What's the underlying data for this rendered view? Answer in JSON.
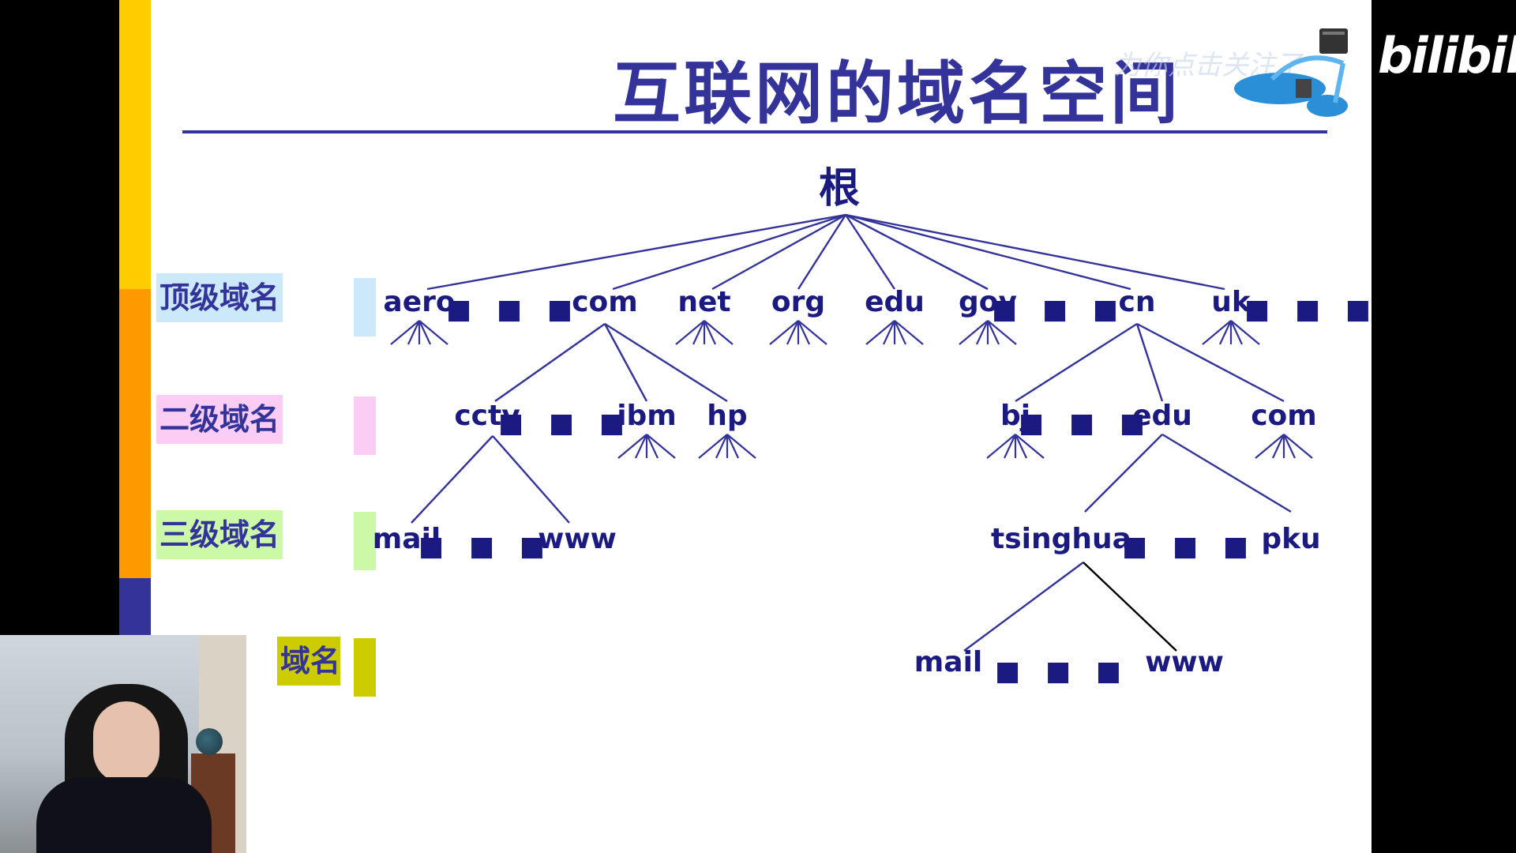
{
  "slide": {
    "title": "互联网的域名空间",
    "watermark": "为你点击关注了"
  },
  "branding": {
    "platform": "bilibili"
  },
  "levels": [
    {
      "id": "top",
      "label": "顶级域名",
      "color": "#cce9fb"
    },
    {
      "id": "second",
      "label": "二级域名",
      "color": "#fbcdf5"
    },
    {
      "id": "third",
      "label": "三级域名",
      "color": "#ccf9a8"
    },
    {
      "id": "fourth",
      "label": "域名",
      "color": "#cccc00"
    }
  ],
  "tree": {
    "root": "根",
    "dots": "■ ■ ■",
    "top_level": [
      "aero",
      "com",
      "net",
      "org",
      "edu",
      "gov",
      "cn",
      "uk"
    ],
    "com_children": [
      "cctv",
      "ibm",
      "hp"
    ],
    "cn_children": [
      "bj",
      "edu",
      "com"
    ],
    "cctv_children": [
      "mail",
      "www"
    ],
    "edu_children": [
      "tsinghua",
      "pku"
    ],
    "tsinghua_children": [
      "mail",
      "www"
    ]
  },
  "colors": {
    "accent": "#333399",
    "node_text": "#1a1a80",
    "bar_yellow": "#ffcc00",
    "bar_orange": "#ff9900",
    "bar_navy": "#333399"
  }
}
